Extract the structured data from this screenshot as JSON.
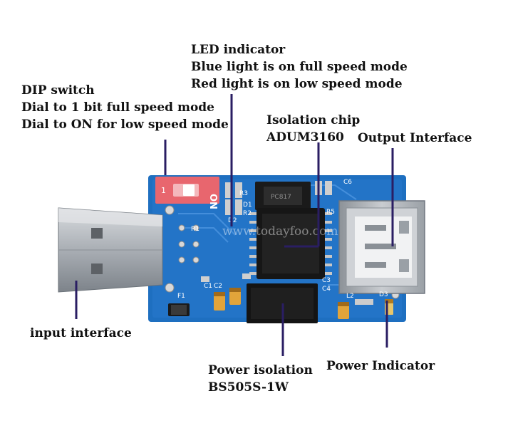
{
  "labels": {
    "led": {
      "title": "LED indicator",
      "line1": "Blue light is on full speed mode",
      "line2": "Red light is on low speed mode"
    },
    "dip": {
      "title": "DIP switch",
      "line1": "Dial to 1 bit full speed mode",
      "line2": "Dial to ON for low speed mode"
    },
    "isolation_chip": {
      "title": "Isolation chip",
      "model": "ADUM3160"
    },
    "output": {
      "title": "Output Interface"
    },
    "input": {
      "title": "input interface"
    },
    "power_isolation": {
      "title": "Power isolation",
      "model": "BS505S-1W"
    },
    "power_indicator": {
      "title": "Power Indicator"
    }
  },
  "board_markings": {
    "switch_on": "ON",
    "switch_one": "1",
    "watermark": "www.todayfoo.com",
    "f1": "F1",
    "c1": "C1",
    "c2": "C2",
    "c3": "C3",
    "c4": "C4",
    "c6": "C6",
    "r1": "R1",
    "r2": "R2",
    "r3": "R3",
    "r5": "R5",
    "d1": "D1",
    "d2": "D2",
    "d3": "D3",
    "l2": "L2",
    "u1_chip": "PC817"
  },
  "colors": {
    "pcb": "#1e6fc0",
    "pointer": "#2a1e63",
    "dip_switch": "#e8666e",
    "usb_metal": "#b9bdc2",
    "text": "#111111"
  }
}
